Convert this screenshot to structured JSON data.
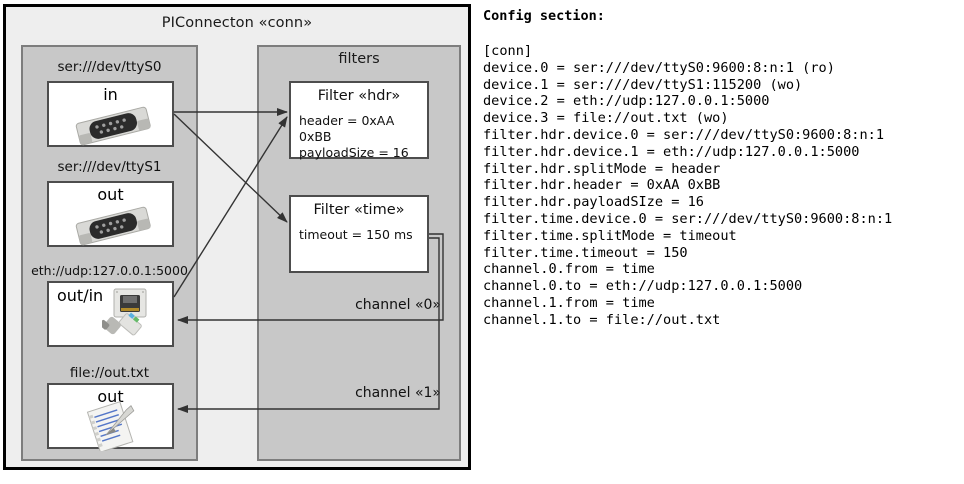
{
  "diagram": {
    "title": "PIConnecton «conn»",
    "panels": {
      "devices_title": "",
      "filters_title": "filters"
    },
    "devices": [
      {
        "label": "ser:///dev/ttyS0",
        "io": "in",
        "icon": "serial-db9-icon",
        "io_align": "center"
      },
      {
        "label": "ser:///dev/ttyS1",
        "io": "out",
        "icon": "serial-db9-icon",
        "io_align": "center"
      },
      {
        "label": "eth://udp:127.0.0.1:5000",
        "io": "out/in",
        "icon": "ethernet-jack-icon",
        "io_align": "left"
      },
      {
        "label": "file://out.txt",
        "io": "out",
        "icon": "text-file-icon",
        "io_align": "center"
      }
    ],
    "filters": [
      {
        "title": "Filter «hdr»",
        "attrs": "header = 0xAA 0xBB\npayloadSize = 16"
      },
      {
        "title": "Filter «time»",
        "attrs": "timeout = 150 ms"
      }
    ],
    "channels": [
      {
        "label": "channel «0»"
      },
      {
        "label": "channel «1»"
      }
    ],
    "colors": {
      "panel_fill": "#c8c8c8",
      "panel_stroke": "#7d7d7d",
      "outer_fill": "#eeeeee",
      "outer_stroke": "#000000",
      "box_fill": "#ffffff",
      "box_stroke": "#4d4d4d",
      "wire": "#333333"
    }
  },
  "config": {
    "heading": "Config section:",
    "lines": [
      "[conn]",
      "device.0 = ser:///dev/ttyS0:9600:8:n:1 (ro)",
      "device.1 = ser:///dev/ttyS1:115200 (wo)",
      "device.2 = eth://udp:127.0.0.1:5000",
      "device.3 = file://out.txt (wo)",
      "filter.hdr.device.0 = ser:///dev/ttyS0:9600:8:n:1",
      "filter.hdr.device.1 = eth://udp:127.0.0.1:5000",
      "filter.hdr.splitMode = header",
      "filter.hdr.header = 0xAA 0xBB",
      "filter.hdr.payloadSIze = 16",
      "filter.time.device.0 = ser:///dev/ttyS0:9600:8:n:1",
      "filter.time.splitMode = timeout",
      "filter.time.timeout = 150",
      "channel.0.from = time",
      "channel.0.to = eth://udp:127.0.0.1:5000",
      "channel.1.from = time",
      "channel.1.to = file://out.txt"
    ],
    "text": "[conn]\ndevice.0 = ser:///dev/ttyS0:9600:8:n:1 (ro)\ndevice.1 = ser:///dev/ttyS1:115200 (wo)\ndevice.2 = eth://udp:127.0.0.1:5000\ndevice.3 = file://out.txt (wo)\nfilter.hdr.device.0 = ser:///dev/ttyS0:9600:8:n:1\nfilter.hdr.device.1 = eth://udp:127.0.0.1:5000\nfilter.hdr.splitMode = header\nfilter.hdr.header = 0xAA 0xBB\nfilter.hdr.payloadSIze = 16\nfilter.time.device.0 = ser:///dev/ttyS0:9600:8:n:1\nfilter.time.splitMode = timeout\nfilter.time.timeout = 150\nchannel.0.from = time\nchannel.0.to = eth://udp:127.0.0.1:5000\nchannel.1.from = time\nchannel.1.to = file://out.txt"
  }
}
